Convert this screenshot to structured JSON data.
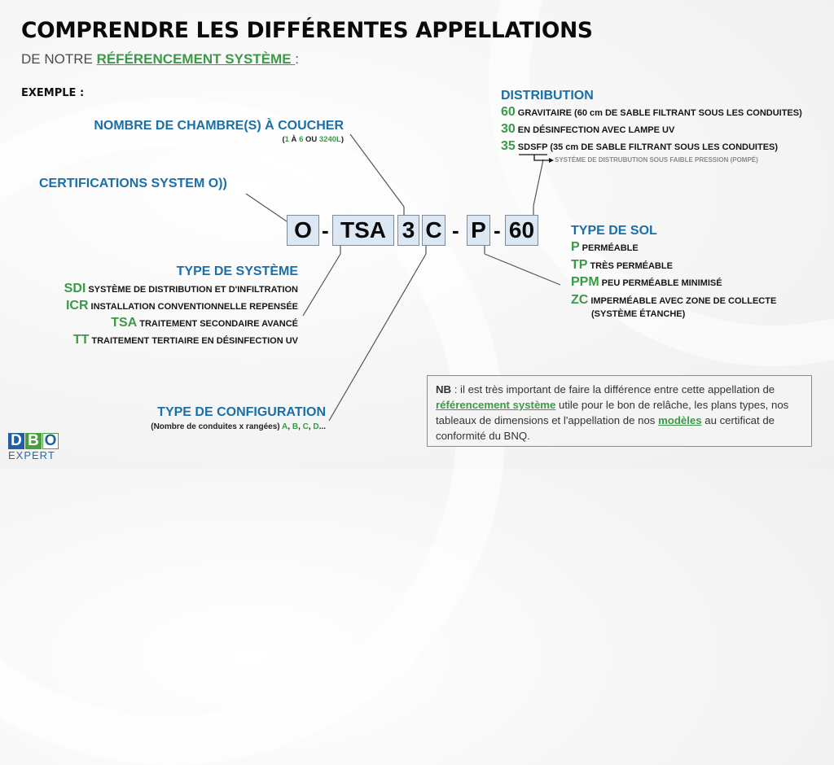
{
  "title": "COMPRENDRE LES DIFFÉRENTES APPELLATIONS",
  "subtitle": {
    "prefix": "DE NOTRE ",
    "highlight": "RÉFÉRENCEMENT SYSTÈME ",
    "suffix": ":"
  },
  "example_label": "EXEMPLE :",
  "code": {
    "parts": [
      "O",
      "TSA",
      "3",
      "C",
      "P",
      "60"
    ],
    "separator": "-"
  },
  "bedrooms": {
    "heading": "NOMBRE DE CHAMBRE(S) À COUCHER",
    "open": "(",
    "from": "1",
    "to_word": " À ",
    "to": "6",
    "or_word": " OU ",
    "volume": "3240L",
    "close": ")"
  },
  "certifications": {
    "heading": "CERTIFICATIONS SYSTEM O))"
  },
  "system_type": {
    "heading": "TYPE DE SYSTÈME",
    "items": [
      {
        "code": "SDI",
        "label": "SYSTÈME DE DISTRIBUTION ET D'INFILTRATION"
      },
      {
        "code": "ICR",
        "label": "INSTALLATION CONVENTIONNELLE REPENSÉE"
      },
      {
        "code": "TSA",
        "label": "TRAITEMENT SECONDAIRE AVANCÉ"
      },
      {
        "code": "TT",
        "label": "TRAITEMENT TERTIAIRE EN DÉSINFECTION UV"
      }
    ]
  },
  "configuration": {
    "heading": "TYPE DE CONFIGURATION",
    "desc": "(Nombre de conduites x rangées) ",
    "letters": [
      "A",
      "B",
      "C",
      "D"
    ],
    "sep": ", ",
    "ellipsis": "..."
  },
  "distribution": {
    "heading": "DISTRIBUTION",
    "items": [
      {
        "code": "60",
        "label": "GRAVITAIRE (60 cm DE SABLE FILTRANT SOUS LES CONDUITES)"
      },
      {
        "code": "30",
        "label": "EN DÉSINFECTION AVEC LAMPE UV"
      },
      {
        "code": "35",
        "abbr": "SDSFP",
        "label": " (35 cm DE SABLE FILTRANT SOUS LES CONDUITES)"
      }
    ],
    "footnote": "SYSTÈME DE DISTRUBUTION SOUS FAIBLE PRESSION (POMPÉ)"
  },
  "soil_type": {
    "heading": "TYPE DE SOL",
    "items": [
      {
        "code": "P",
        "label": "PERMÉABLE"
      },
      {
        "code": "TP",
        "label": "TRÈS PERMÉABLE"
      },
      {
        "code": "PPM",
        "label": "PEU PERMÉABLE MINIMISÉ"
      },
      {
        "code": "ZC",
        "label": "IMPERMÉABLE AVEC ZONE DE COLLECTE"
      }
    ],
    "continuation": "(SYSTÈME ÉTANCHE)"
  },
  "note": {
    "nb": "NB",
    "t1": " : il est très important de faire la différence entre cette appellation de ",
    "link1": "référencement système",
    "t2": " utile pour le bon de relâche, les plans types, nos tableaux de dimensions et l'appellation de nos ",
    "link2": "modèles",
    "t3": " au certificat de conformité du BNQ."
  },
  "logo": {
    "letters": [
      "D",
      "B",
      "O"
    ],
    "word": "EXPERT"
  },
  "colors": {
    "heading_blue": "#1a6fa8",
    "accent_green": "#3a9a47",
    "box_fill": "#dbe8f4",
    "logo_blue": "#1f5fa3",
    "logo_green": "#4a9e3f"
  }
}
